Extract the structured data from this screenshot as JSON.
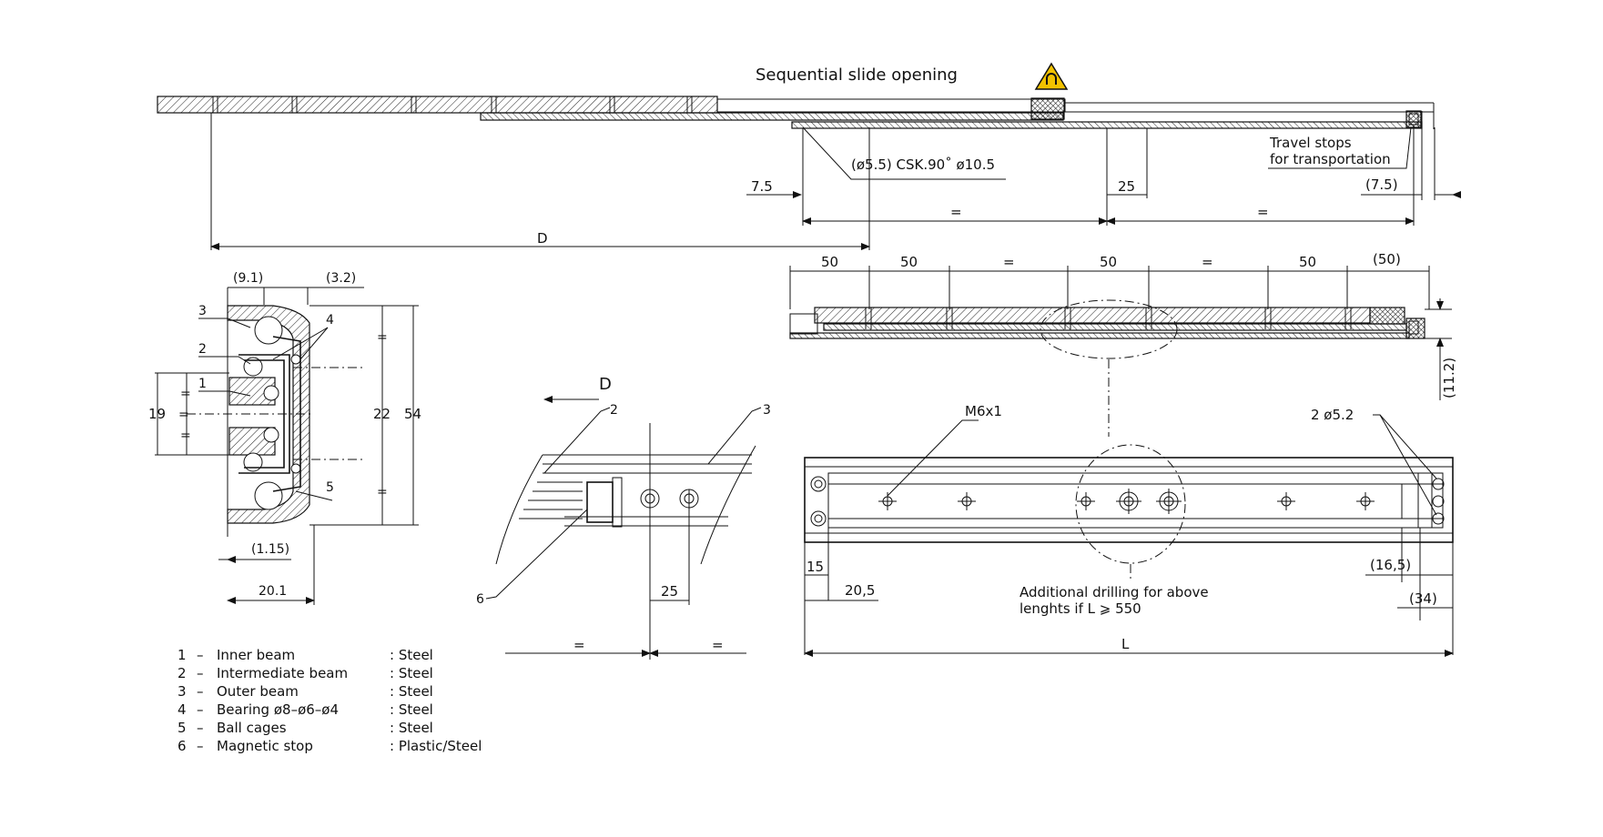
{
  "title": "Sequential slide opening",
  "warning_icon": "magnet-warning-icon",
  "top_view": {
    "csk_note": "(ø5.5) CSK.90˚ ø10.5",
    "travel_stops_1": "Travel stops",
    "travel_stops_2": "for transportation",
    "dim_7_5": "7.5",
    "dim_25": "25",
    "dim_7_5_paren": "(7.5)",
    "eq1": "=",
    "eq2": "=",
    "dim_D": "D"
  },
  "side_view": {
    "dim_50_a": "50",
    "dim_50_b": "50",
    "eq_a": "=",
    "dim_50_c": "50",
    "eq_b": "=",
    "dim_50_d": "50",
    "dim_50_paren": "(50)",
    "dim_11_2": "(11.2)"
  },
  "section": {
    "dim_9_1": "(9.1)",
    "dim_3_2": "(3.2)",
    "label_3": "3",
    "label_2": "2",
    "label_1": "1",
    "label_4": "4",
    "label_5": "5",
    "eq_top": "=",
    "eq_mid": "=",
    "eq_left_top": "=",
    "eq_left_bot": "=",
    "eq_bot": "=",
    "dim_19": "19",
    "dim_22": "22",
    "dim_54": "54",
    "dim_1_15": "(1.15)",
    "dim_20_1": "20.1"
  },
  "detail": {
    "arrow_label": "D",
    "label_2": "2",
    "label_3": "3",
    "label_6": "6",
    "dim_25": "25",
    "eq_left": "=",
    "eq_right": "="
  },
  "plan_view": {
    "thread": "M6x1",
    "holes": "2 ø5.2",
    "dim_15": "15",
    "dim_20_5": "20,5",
    "dim_16_5": "(16,5)",
    "dim_34": "(34)",
    "dim_L": "L",
    "note_1": "Additional drilling for above",
    "note_2": "lenghts if L ⩾ 550"
  },
  "legend": [
    {
      "num": "1",
      "name": "Inner beam",
      "material": ": Steel"
    },
    {
      "num": "2",
      "name": "Intermediate beam",
      "material": ": Steel"
    },
    {
      "num": "3",
      "name": "Outer beam",
      "material": ": Steel"
    },
    {
      "num": "4",
      "name": "Bearing ø8–ø6–ø4",
      "material": ": Steel"
    },
    {
      "num": "5",
      "name": "Ball cages",
      "material": ": Steel"
    },
    {
      "num": "6",
      "name": "Magnetic stop",
      "material": ": Plastic/Steel"
    }
  ]
}
